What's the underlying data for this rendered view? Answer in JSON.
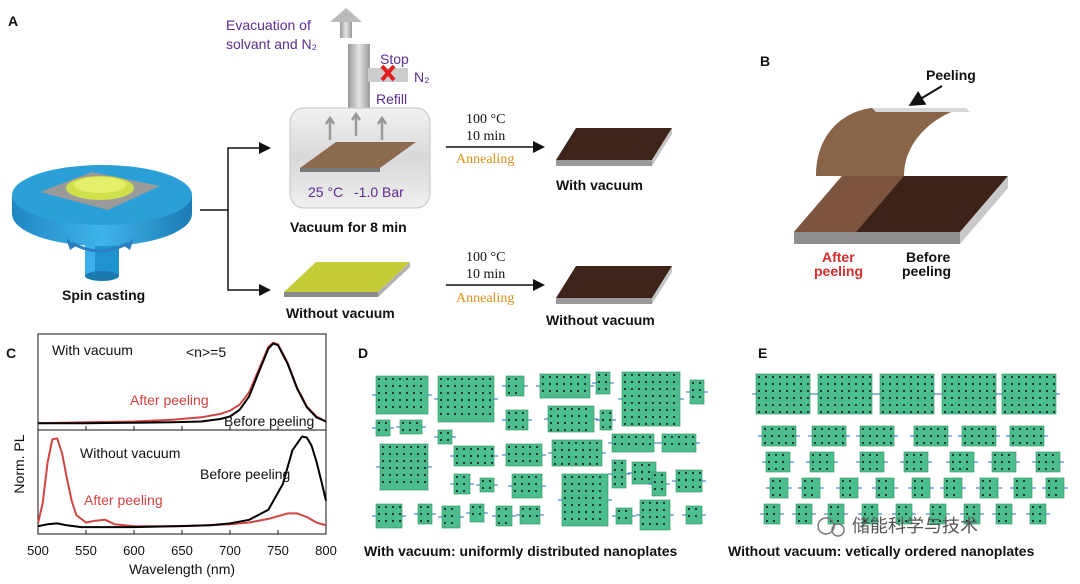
{
  "panels": {
    "a": {
      "letter": "A",
      "evacuation_line1": "Evacuation of",
      "evacuation_line2": "solvant and N₂",
      "stop": "Stop",
      "n2": "N₂",
      "refill": "Refill",
      "chamber_temp": "25 °C",
      "chamber_pressure": "-1.0 Bar",
      "vacuum_caption": "Vacuum for 8 min",
      "spin_casting": "Spin casting",
      "without_vacuum_left": "Without vacuum",
      "annealing_top": {
        "temp": "100 °C",
        "time": "10 min",
        "label": "Annealing"
      },
      "annealing_bottom": {
        "temp": "100 °C",
        "time": "10 min",
        "label": "Annealing"
      },
      "with_vacuum_result": "With vacuum",
      "without_vacuum_result": "Without vacuum"
    },
    "b": {
      "letter": "B",
      "peeling": "Peeling",
      "after_peeling_line1": "After",
      "after_peeling_line2": "peeling",
      "before_peeling_line1": "Before",
      "before_peeling_line2": "peeling"
    },
    "c": {
      "letter": "C",
      "ylabel": "Norm. PL",
      "xlabel": "Wavelength (nm)",
      "top_title": "With vacuum",
      "n_label": "<n>=5",
      "top_after": "After peeling",
      "top_before": "Before peeling",
      "bottom_title": "Without vacuum",
      "bottom_after": "After peeling",
      "bottom_before": "Before peeling"
    },
    "d": {
      "letter": "D",
      "caption": "With vacuum: uniformly distributed nanoplates"
    },
    "e": {
      "letter": "E",
      "caption": "Without vacuum: vetically ordered nanoplates"
    }
  },
  "watermark": "储能科学与技术",
  "colors": {
    "before_peeling_line": "#000000",
    "after_peeling_line": "#d14444",
    "film_dark": "#3f2418",
    "film_yellow": "#c8cf3a",
    "disc_blue": "#2aa4dc",
    "nanoplate_green": "#4cbe8e",
    "purple_text": "#5b2d8e",
    "annealing_text": "#d9921c"
  },
  "chart_data": [
    {
      "type": "line",
      "title": "With vacuum",
      "xlabel": "Wavelength (nm)",
      "ylabel": "Norm. PL",
      "xlim": [
        500,
        800
      ],
      "xticks": [
        500,
        550,
        600,
        650,
        700,
        750,
        800
      ],
      "ylim": [
        0,
        1.05
      ],
      "series": [
        {
          "name": "Before peeling",
          "color": "#000000",
          "x": [
            500,
            550,
            600,
            640,
            670,
            690,
            700,
            710,
            720,
            730,
            740,
            745,
            750,
            760,
            770,
            780,
            790,
            800
          ],
          "y": [
            0.01,
            0.01,
            0.015,
            0.02,
            0.03,
            0.06,
            0.09,
            0.17,
            0.33,
            0.62,
            0.9,
            0.96,
            0.94,
            0.72,
            0.42,
            0.2,
            0.08,
            0.03
          ]
        },
        {
          "name": "After peeling",
          "color": "#d14444",
          "x": [
            500,
            550,
            600,
            640,
            670,
            690,
            700,
            710,
            720,
            730,
            740,
            745,
            750,
            760,
            770,
            780,
            790,
            800
          ],
          "y": [
            0.01,
            0.02,
            0.03,
            0.05,
            0.08,
            0.12,
            0.16,
            0.23,
            0.38,
            0.65,
            0.92,
            0.97,
            0.95,
            0.73,
            0.43,
            0.21,
            0.09,
            0.03
          ]
        }
      ]
    },
    {
      "type": "line",
      "title": "Without vacuum",
      "xlabel": "Wavelength (nm)",
      "ylabel": "Norm. PL",
      "xlim": [
        500,
        800
      ],
      "xticks": [
        500,
        550,
        600,
        650,
        700,
        750,
        800
      ],
      "ylim": [
        0,
        1.05
      ],
      "series": [
        {
          "name": "Before peeling",
          "color": "#000000",
          "x": [
            500,
            510,
            520,
            530,
            545,
            560,
            580,
            600,
            640,
            680,
            700,
            720,
            740,
            755,
            765,
            775,
            780,
            785,
            790,
            795,
            800
          ],
          "y": [
            0.02,
            0.04,
            0.05,
            0.03,
            0.01,
            0.01,
            0.01,
            0.01,
            0.02,
            0.03,
            0.05,
            0.09,
            0.2,
            0.48,
            0.85,
            1.0,
            0.99,
            0.9,
            0.73,
            0.52,
            0.3
          ]
        },
        {
          "name": "After peeling",
          "color": "#d14444",
          "x": [
            500,
            505,
            510,
            515,
            520,
            525,
            530,
            535,
            540,
            550,
            560,
            570,
            580,
            600,
            650,
            700,
            720,
            740,
            760,
            770,
            780,
            790,
            800
          ],
          "y": [
            0.05,
            0.28,
            0.72,
            0.97,
            0.98,
            0.82,
            0.55,
            0.3,
            0.14,
            0.06,
            0.08,
            0.09,
            0.04,
            0.02,
            0.02,
            0.04,
            0.06,
            0.1,
            0.16,
            0.16,
            0.12,
            0.06,
            0.03
          ]
        }
      ]
    }
  ]
}
